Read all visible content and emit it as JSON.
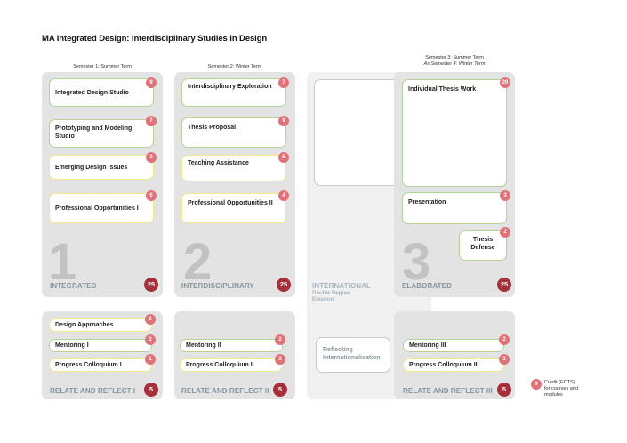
{
  "title": "MA Integrated Design: Interdisciplinary Studies in Design",
  "semesters": {
    "s1": "Semester 1: Summer Term",
    "s2": "Semester 2: Winter Term",
    "s3_line1": "Semester 3: Summer Term",
    "s3_line2": "As Semester 4: Winter Term"
  },
  "col1": {
    "number": "1",
    "label": "INTEGRATED",
    "total": "25",
    "modules": [
      {
        "name": "Integrated Design Studio",
        "credits": "9"
      },
      {
        "name": "Prototyping and Modeling Studio",
        "credits": "7"
      },
      {
        "name": "Emerging Design Issues",
        "credits": "3"
      },
      {
        "name": "Professional Opportunities I",
        "credits": "6"
      }
    ],
    "reflect": {
      "label": "RELATE AND REFLECT I",
      "total": "5",
      "items": [
        {
          "name": "Design Approaches",
          "credits": "2"
        },
        {
          "name": "Mentoring I",
          "credits": "2"
        },
        {
          "name": "Progress Colloquium I",
          "credits": "1"
        }
      ]
    }
  },
  "col2": {
    "number": "2",
    "label": "INTERDISCIPLINARY",
    "total": "25",
    "modules": [
      {
        "name": "Interdisciplinary Exploration",
        "credits": "7"
      },
      {
        "name": "Thesis Proposal",
        "credits": "9"
      },
      {
        "name": "Teaching Assistance",
        "credits": "5"
      },
      {
        "name": "Professional Opportunities II",
        "credits": "4"
      }
    ],
    "reflect": {
      "label": "RELATE AND REFLECT II",
      "total": "5",
      "items": [
        {
          "name": "Mentoring II",
          "credits": "2"
        },
        {
          "name": "Progress Colloquium II",
          "credits": "3"
        }
      ]
    }
  },
  "international": {
    "label": "INTERNATIONAL",
    "sub1": "Double Degree",
    "sub2": "Erasmus",
    "reflect": "Reflecting Internationalisation"
  },
  "col3": {
    "number": "3",
    "label": "ELABORATED",
    "total": "25",
    "modules": [
      {
        "name": "Individual Thesis Work",
        "credits": "20"
      },
      {
        "name": "Presentation",
        "credits": "3"
      },
      {
        "name": "Thesis Defense",
        "credits": "2"
      }
    ],
    "reflect": {
      "label": "RELATE AND REFLECT III",
      "total": "5",
      "items": [
        {
          "name": "Mentoring III",
          "credits": "2"
        },
        {
          "name": "Progress Colloquium III",
          "credits": "3"
        }
      ]
    }
  },
  "legend": {
    "badge": "9",
    "line1": "Credit (ECTS)",
    "line2": "for courses and",
    "line3": "modules"
  },
  "colors": {
    "green_border": "#b4d39a",
    "yellow_border": "#f3ea86",
    "credit_badge": "#e0737a",
    "total_badge": "#a5303a",
    "panel": "#e3e3e3",
    "label_text": "#8295a1"
  }
}
